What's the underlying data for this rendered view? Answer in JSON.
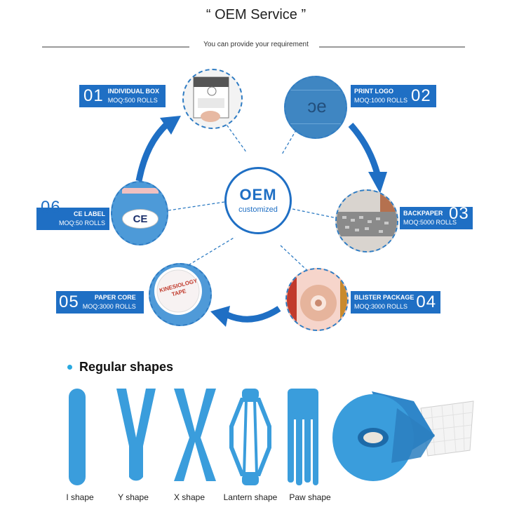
{
  "header": {
    "title": "“ OEM Service ”",
    "subtitle": "You can provide your requirement"
  },
  "center": {
    "main": "OEM",
    "sub": "customized"
  },
  "steps": [
    {
      "num": "01",
      "name": "INDIVIDUAL BOX",
      "moq": "MOQ:500 ROLLS"
    },
    {
      "num": "02",
      "name": "PRINT LOGO",
      "moq": "MOQ:1000 ROLLS"
    },
    {
      "num": "03",
      "name": "BACKPAPER",
      "moq": "MOQ:5000 ROLLS"
    },
    {
      "num": "04",
      "name": "BLISTER PACKAGE",
      "moq": "MOQ:3000 ROLLS"
    },
    {
      "num": "05",
      "name": "PAPER CORE",
      "moq": "MOQ:3000 ROLLS"
    },
    {
      "num": "06",
      "name": "CE LABEL",
      "moq": "MOQ:50 ROLLS"
    }
  ],
  "images": {
    "ce_mark": "CE",
    "core_text": "KINESIOLOGY TAPE",
    "logo_text": "ɔe"
  },
  "shapes": {
    "heading": "Regular shapes",
    "items": [
      "I shape",
      "Y shape",
      "X shape",
      "Lantern shape",
      "Paw shape"
    ]
  },
  "colors": {
    "label_bg": "#1f6fc4",
    "arrow": "#1f6fc4",
    "tape": "#3a9ddc",
    "accent_dot": "#29a9e0"
  }
}
